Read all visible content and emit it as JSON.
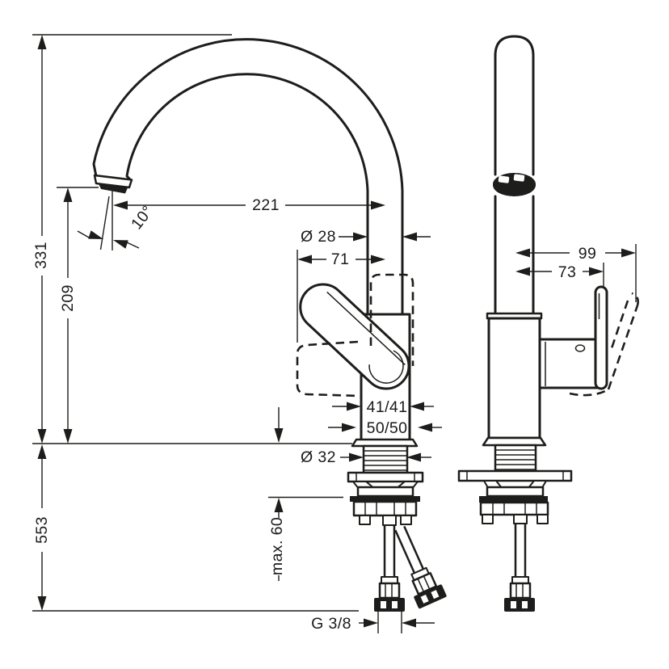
{
  "drawing": {
    "background": "#ffffff",
    "line_color": "#1d1d1b"
  },
  "dimensions": {
    "spout_reach": "221",
    "spout_diameter": "Ø 28",
    "handle_projection": "71",
    "total_height": "331",
    "outlet_height": "209",
    "spout_angle": "10°",
    "body_footprint": "41/41",
    "base_footprint": "50/50",
    "hole_diameter": "Ø 32",
    "length_below_deck": "553",
    "max_counter_thickness": "max. 60",
    "supply_connection": "G 3/8",
    "handle_reach_max": "99",
    "handle_reach": "73"
  }
}
